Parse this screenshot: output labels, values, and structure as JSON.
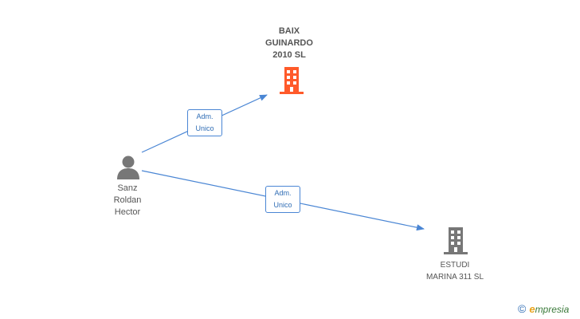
{
  "nodes": {
    "company_main": {
      "label": "BAIX\nGUINARDO\n2010 SL",
      "icon": "building-icon",
      "color": "#ff5a2a"
    },
    "person": {
      "label": "Sanz\nRoldan\nHector",
      "icon": "person-icon",
      "color": "#777777"
    },
    "company_second": {
      "label": "ESTUDI\nMARINA 311  SL",
      "icon": "building-icon",
      "color": "#777777"
    }
  },
  "edges": [
    {
      "from": "person",
      "to": "company_main",
      "label": "Adm.\nUnico"
    },
    {
      "from": "person",
      "to": "company_second",
      "label": "Adm.\nUnico"
    }
  ],
  "colors": {
    "edge": "#4a86d4"
  },
  "footer": {
    "copyright": "©",
    "brand_first": "e",
    "brand_rest": "mpresia"
  }
}
